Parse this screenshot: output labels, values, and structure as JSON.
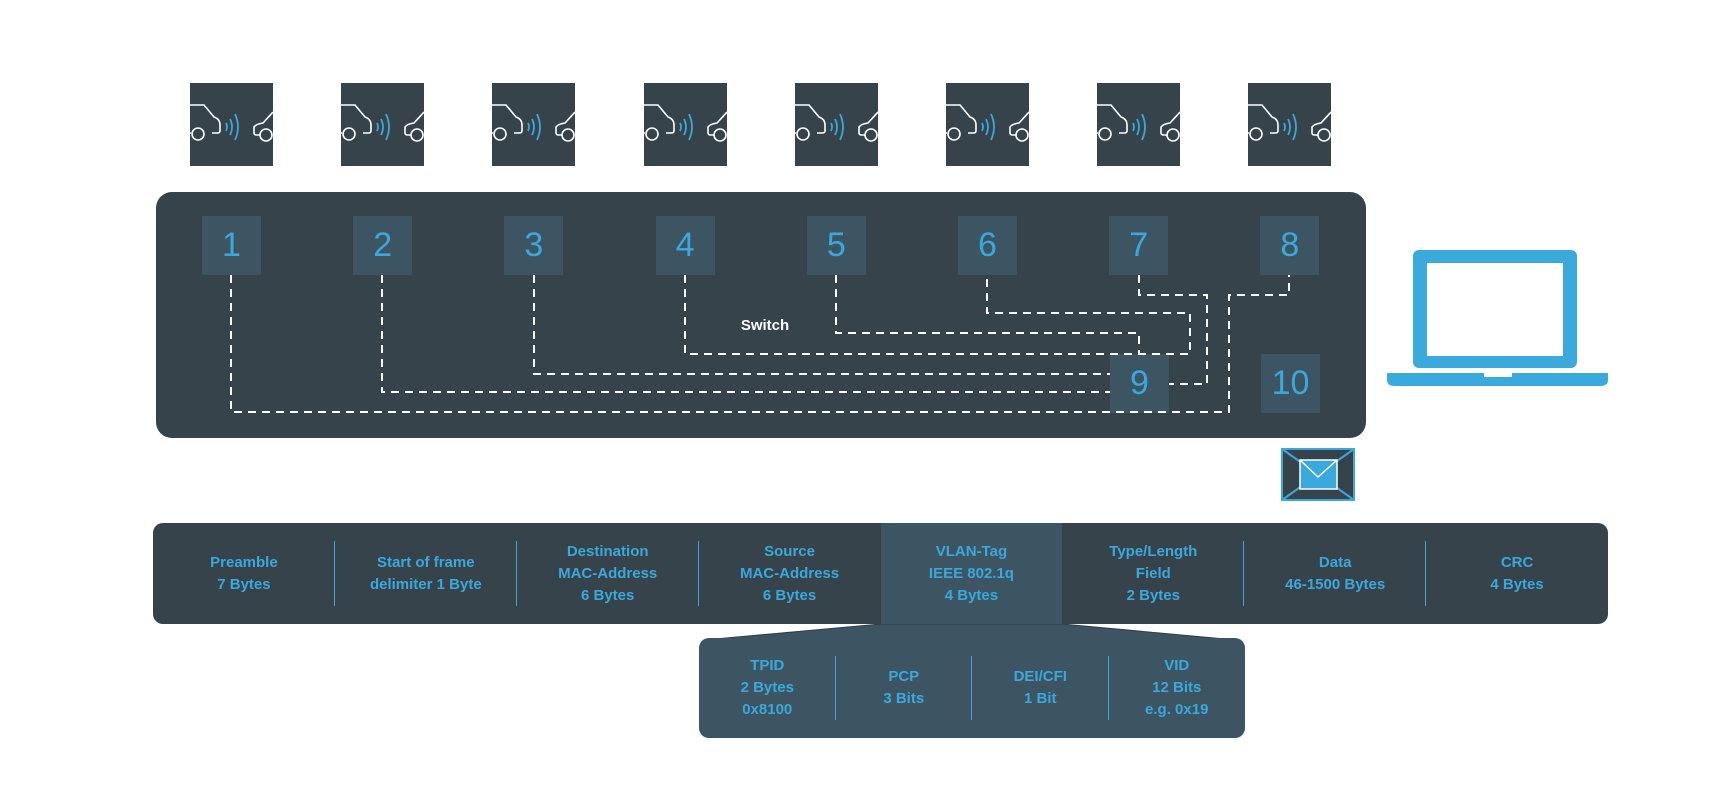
{
  "colors": {
    "dark": "#36434b",
    "port": "#3d5562",
    "accent": "#3aa8dc"
  },
  "devices": [
    {
      "icon": "car-to-car-communication-icon"
    },
    {
      "icon": "car-to-car-communication-icon"
    },
    {
      "icon": "car-to-car-communication-icon"
    },
    {
      "icon": "car-to-car-communication-icon"
    },
    {
      "icon": "car-to-car-communication-icon"
    },
    {
      "icon": "car-to-car-communication-icon"
    },
    {
      "icon": "car-to-car-communication-icon"
    },
    {
      "icon": "car-to-car-communication-icon"
    }
  ],
  "switch": {
    "label": "Switch",
    "ports": [
      "1",
      "2",
      "3",
      "4",
      "5",
      "6",
      "7",
      "8",
      "9",
      "10"
    ]
  },
  "laptop": {
    "icon": "laptop-icon"
  },
  "message": {
    "icon": "envelope-icon"
  },
  "frame": {
    "fields": [
      "Preamble\n7 Bytes",
      "Start of frame\ndelimiter 1 Byte",
      "Destination\nMAC-Address\n6 Bytes",
      "Source\nMAC-Address\n6 Bytes",
      "VLAN-Tag\nIEEE 802.1q\n4 Bytes",
      "Type/Length\nField\n2 Bytes",
      "Data\n46-1500 Bytes",
      "CRC\n4 Bytes"
    ],
    "highlighted_index": 4
  },
  "vlan_tag": {
    "fields": [
      "TPID\n2 Bytes\n0x8100",
      "PCP\n3 Bits",
      "DEI/CFI\n1 Bit",
      "VID\n12 Bits\ne.g. 0x19"
    ]
  }
}
